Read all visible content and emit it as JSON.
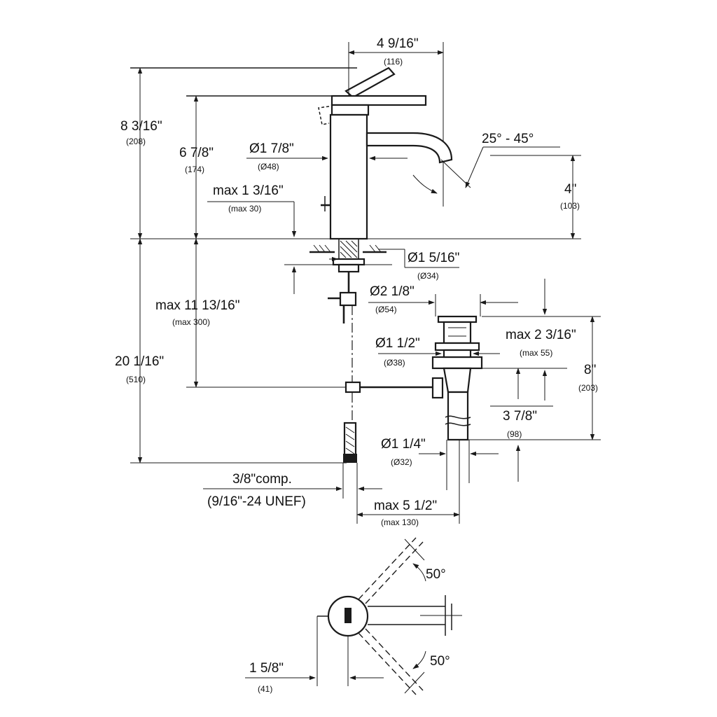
{
  "dimensions": {
    "top_width": {
      "label": "4 9/16\"",
      "metric": "(116)"
    },
    "overall_height": {
      "label": "8 3/16\"",
      "metric": "(208)"
    },
    "body_height": {
      "label": "6 7/8\"",
      "metric": "(174)"
    },
    "body_diameter": {
      "label": "Ø1 7/8\"",
      "metric": "(Ø48)"
    },
    "deck_thickness": {
      "label": "max 1 3/16\"",
      "metric": "(max 30)"
    },
    "spout_angle": {
      "label": "25° - 45°"
    },
    "spout_height": {
      "label": "4\"",
      "metric": "(103)"
    },
    "shank_diameter": {
      "label": "Ø1 5/16\"",
      "metric": "(Ø34)"
    },
    "below_deck_max": {
      "label": "max 11 13/16\"",
      "metric": "(max 300)"
    },
    "drain_flange": {
      "label": "Ø2 1/8\"",
      "metric": "(Ø54)"
    },
    "total_height": {
      "label": "20 1/16\"",
      "metric": "(510)"
    },
    "drain_body": {
      "label": "Ø1 1/2\"",
      "metric": "(Ø38)"
    },
    "sink_thickness": {
      "label": "max 2 3/16\"",
      "metric": "(max 55)"
    },
    "drain_length": {
      "label": "8\"",
      "metric": "(203)"
    },
    "tailpiece_rise": {
      "label": "3 7/8\"",
      "metric": "(98)"
    },
    "tailpiece": {
      "label": "Ø1 1/4\"",
      "metric": "(Ø32)"
    },
    "supply_comp": {
      "label": "3/8\"comp.",
      "thread": "(9/16\"-24 UNEF)"
    },
    "drain_offset": {
      "label": "max 5 1/2\"",
      "metric": "(max 130)"
    },
    "lever_angle_up": {
      "label": "50°"
    },
    "lever_angle_down": {
      "label": "50°"
    },
    "plan_offset": {
      "label": "1 5/8\"",
      "metric": "(41)"
    }
  }
}
